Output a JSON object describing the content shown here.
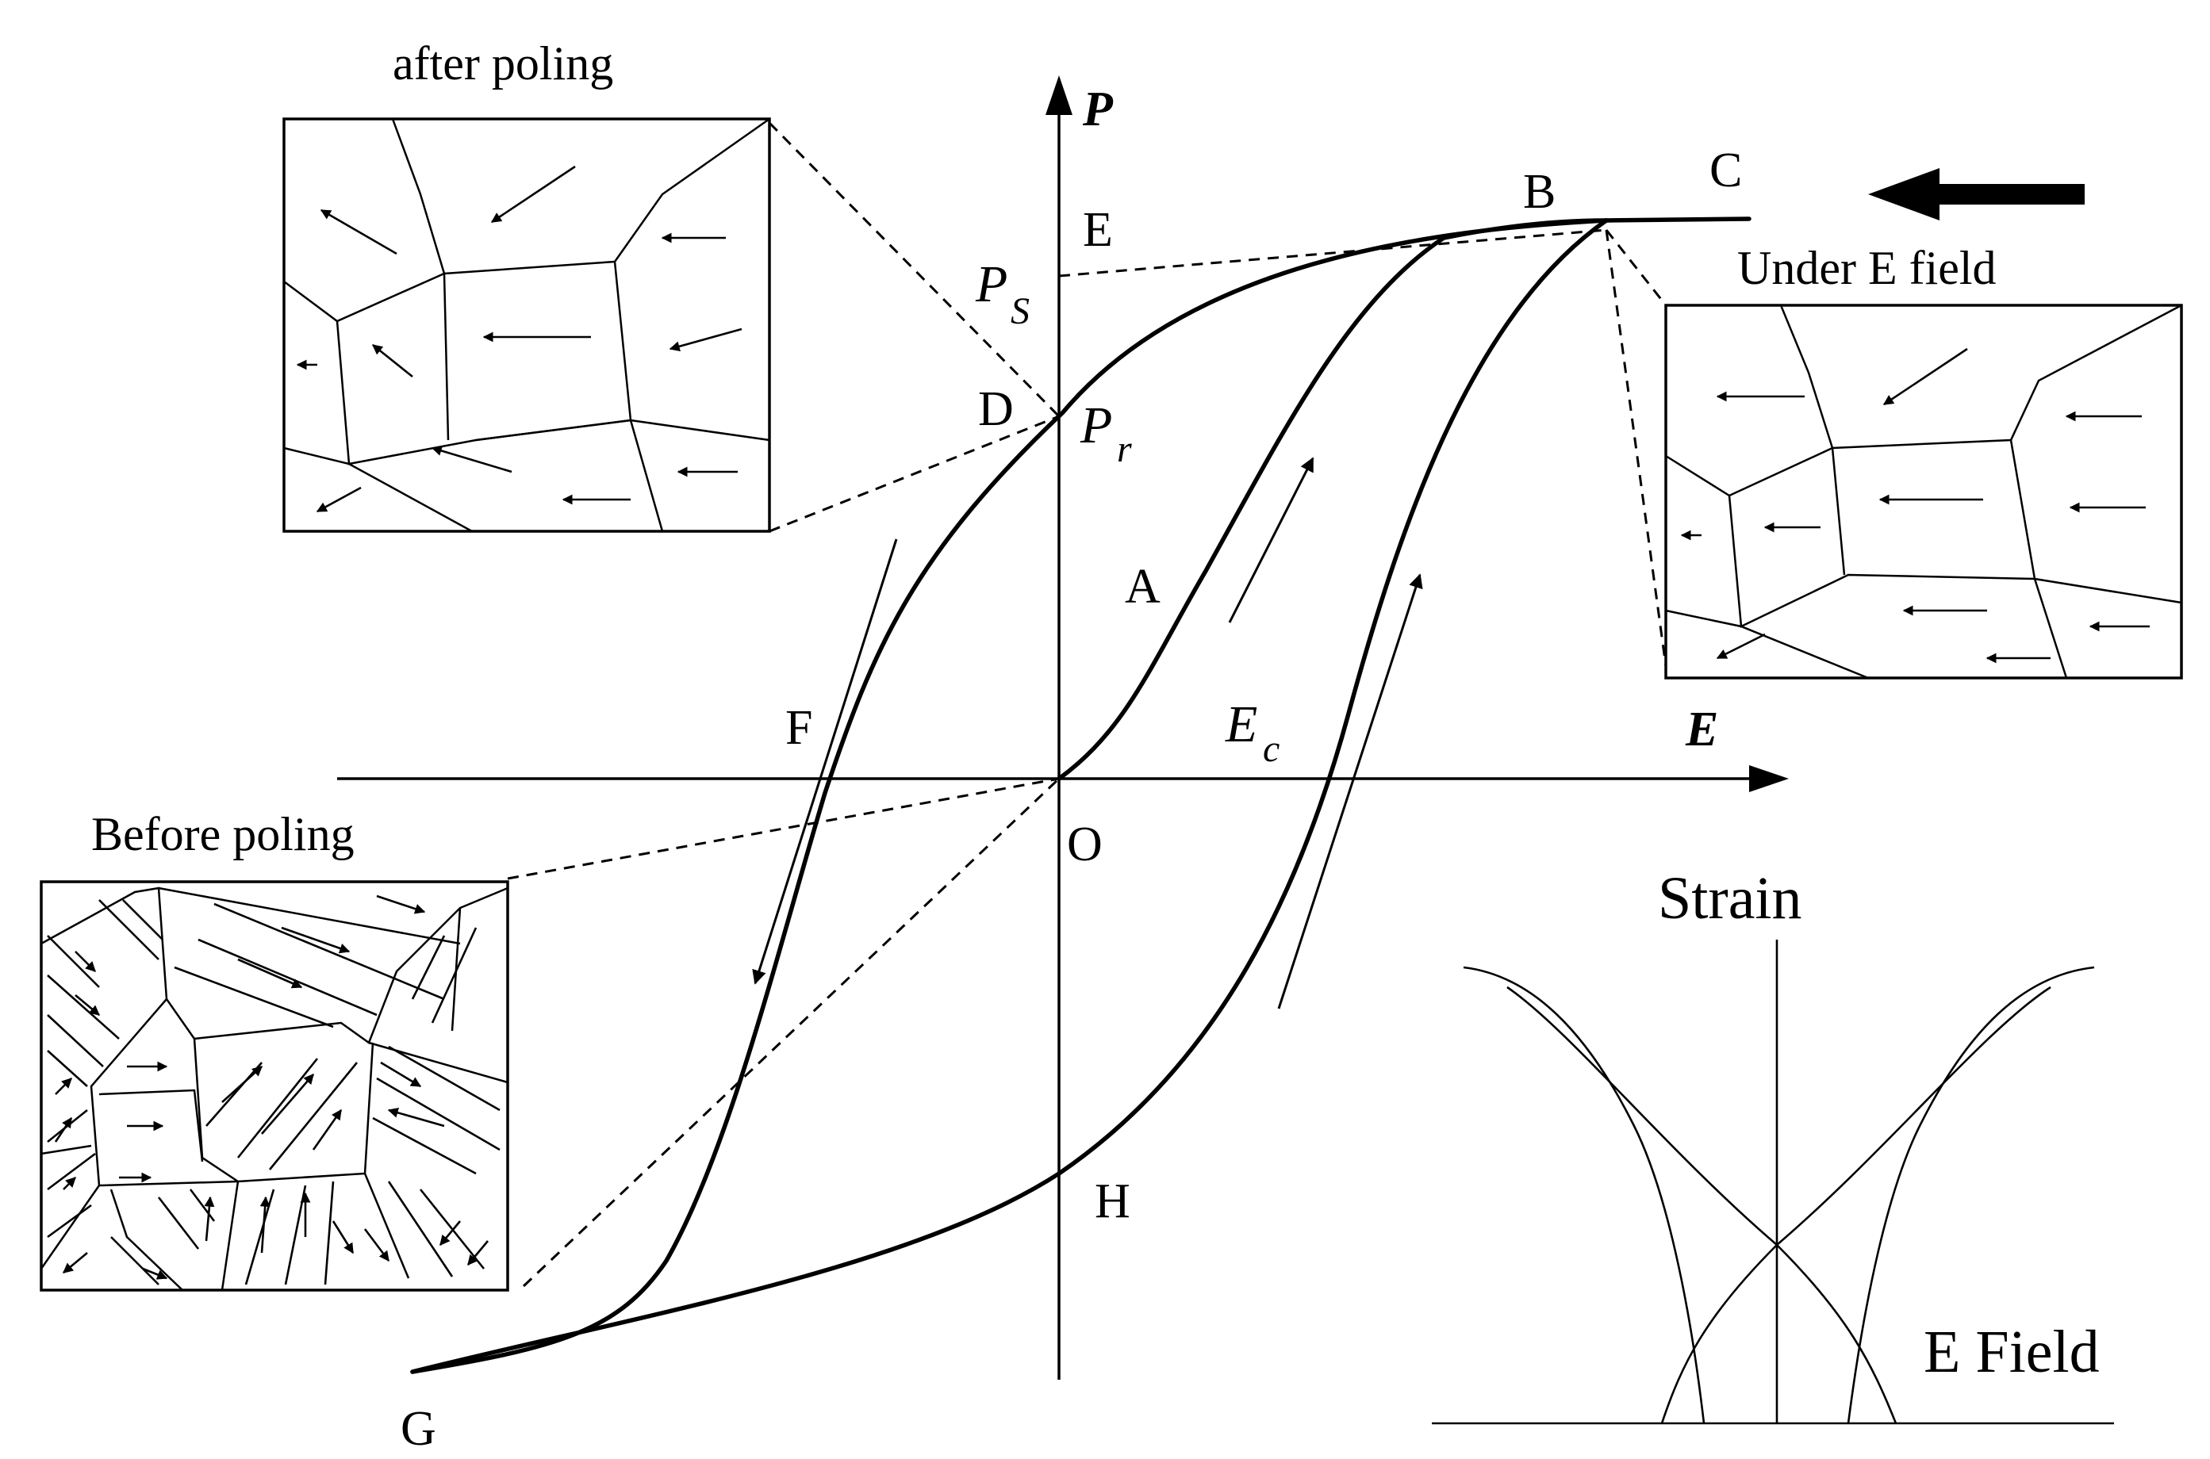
{
  "axes": {
    "p_label": "P",
    "e_label": "E"
  },
  "points": {
    "origin": "O",
    "a": "A",
    "b": "B",
    "c": "C",
    "d": "D",
    "e": "E",
    "f": "F",
    "g": "G",
    "h": "H"
  },
  "quantities": {
    "ps_main": "P",
    "ps_sub": "S",
    "pr_main": "P",
    "pr_sub": "r",
    "ec_main": "E",
    "ec_sub": "c"
  },
  "insets": {
    "after_poling": "after poling",
    "under_field": "Under E field",
    "before_poling": "Before poling"
  },
  "strain_plot": {
    "y_label": "Strain",
    "x_label": "E Field"
  }
}
